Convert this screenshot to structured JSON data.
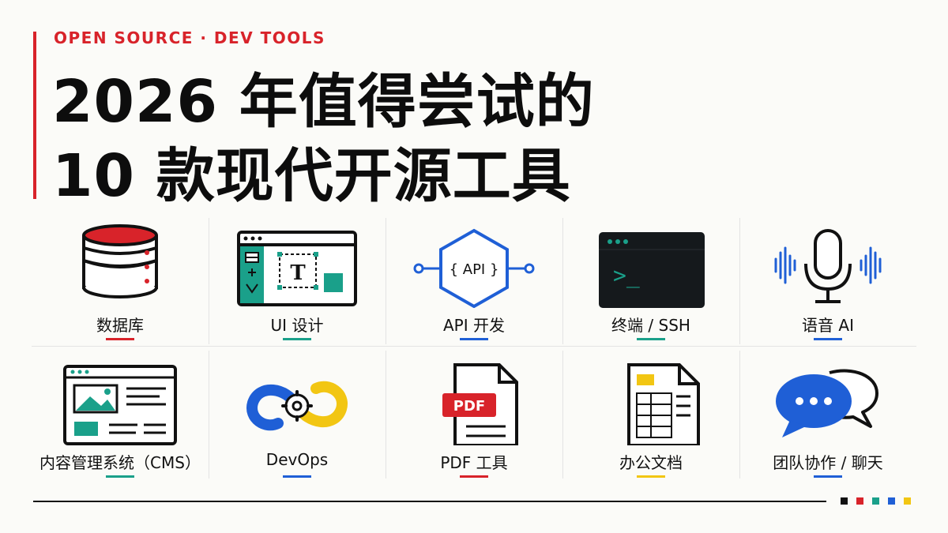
{
  "header": {
    "eyebrow": "OPEN SOURCE · DEV TOOLS",
    "title_line1": "2026 年值得尝试的",
    "title_line2": "10 款现代开源工具"
  },
  "colors": {
    "red": "#d8232a",
    "teal": "#1aa08a",
    "blue": "#1f5fd6",
    "yellow": "#f2c613",
    "black": "#111111"
  },
  "tools": [
    {
      "label": "数据库",
      "icon": "database-icon",
      "accent": "red"
    },
    {
      "label": "UI 设计",
      "icon": "ui-design-icon",
      "accent": "teal"
    },
    {
      "label": "API 开发",
      "icon": "api-icon",
      "accent": "blue"
    },
    {
      "label": "终端 / SSH",
      "icon": "terminal-icon",
      "accent": "teal"
    },
    {
      "label": "语音 AI",
      "icon": "microphone-icon",
      "accent": "blue"
    },
    {
      "label": "内容管理系统（CMS）",
      "icon": "cms-icon",
      "accent": "teal"
    },
    {
      "label": "DevOps",
      "icon": "devops-infinity-icon",
      "accent": "blue"
    },
    {
      "label": "PDF 工具",
      "icon": "pdf-icon",
      "accent": "red"
    },
    {
      "label": "办公文档",
      "icon": "office-document-icon",
      "accent": "yellow"
    },
    {
      "label": "团队协作 / 聊天",
      "icon": "chat-bubbles-icon",
      "accent": "blue"
    }
  ],
  "icon_text": {
    "api": "{ API }",
    "pdf": "PDF",
    "terminal_prompt": ">_",
    "ui_glyph": "T"
  },
  "footer_squares": [
    "black",
    "red",
    "teal",
    "blue",
    "yellow"
  ]
}
